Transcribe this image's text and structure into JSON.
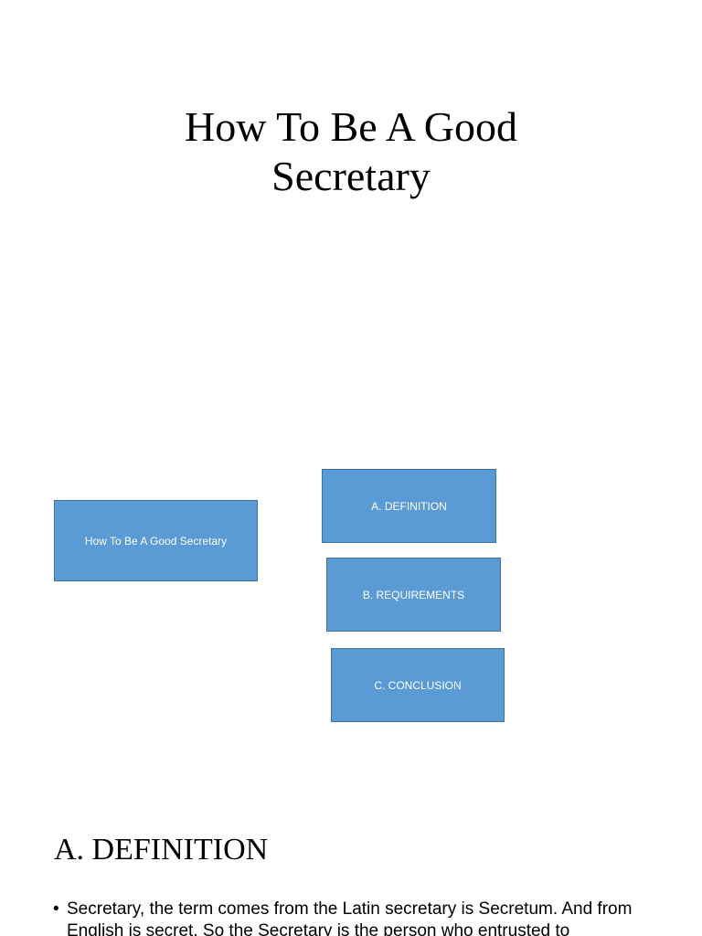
{
  "slide": {
    "title": "How To Be A Good Secretary"
  },
  "diagram": {
    "main_box": "How To Be A Good Secretary",
    "items": [
      "A. DEFINITION",
      "B. REQUIREMENTS",
      "C. CONCLUSION"
    ]
  },
  "section": {
    "heading": "A. DEFINITION",
    "bullet_symbol": "•",
    "bullets": [
      "Secretary, the term comes from the Latin secretary is Secretum. And from English is secret. So the Secretary is the person who entrusted to"
    ]
  },
  "colors": {
    "box_fill": "#5b9bd5",
    "box_border": "#41719c",
    "box_text": "#ffffff"
  }
}
